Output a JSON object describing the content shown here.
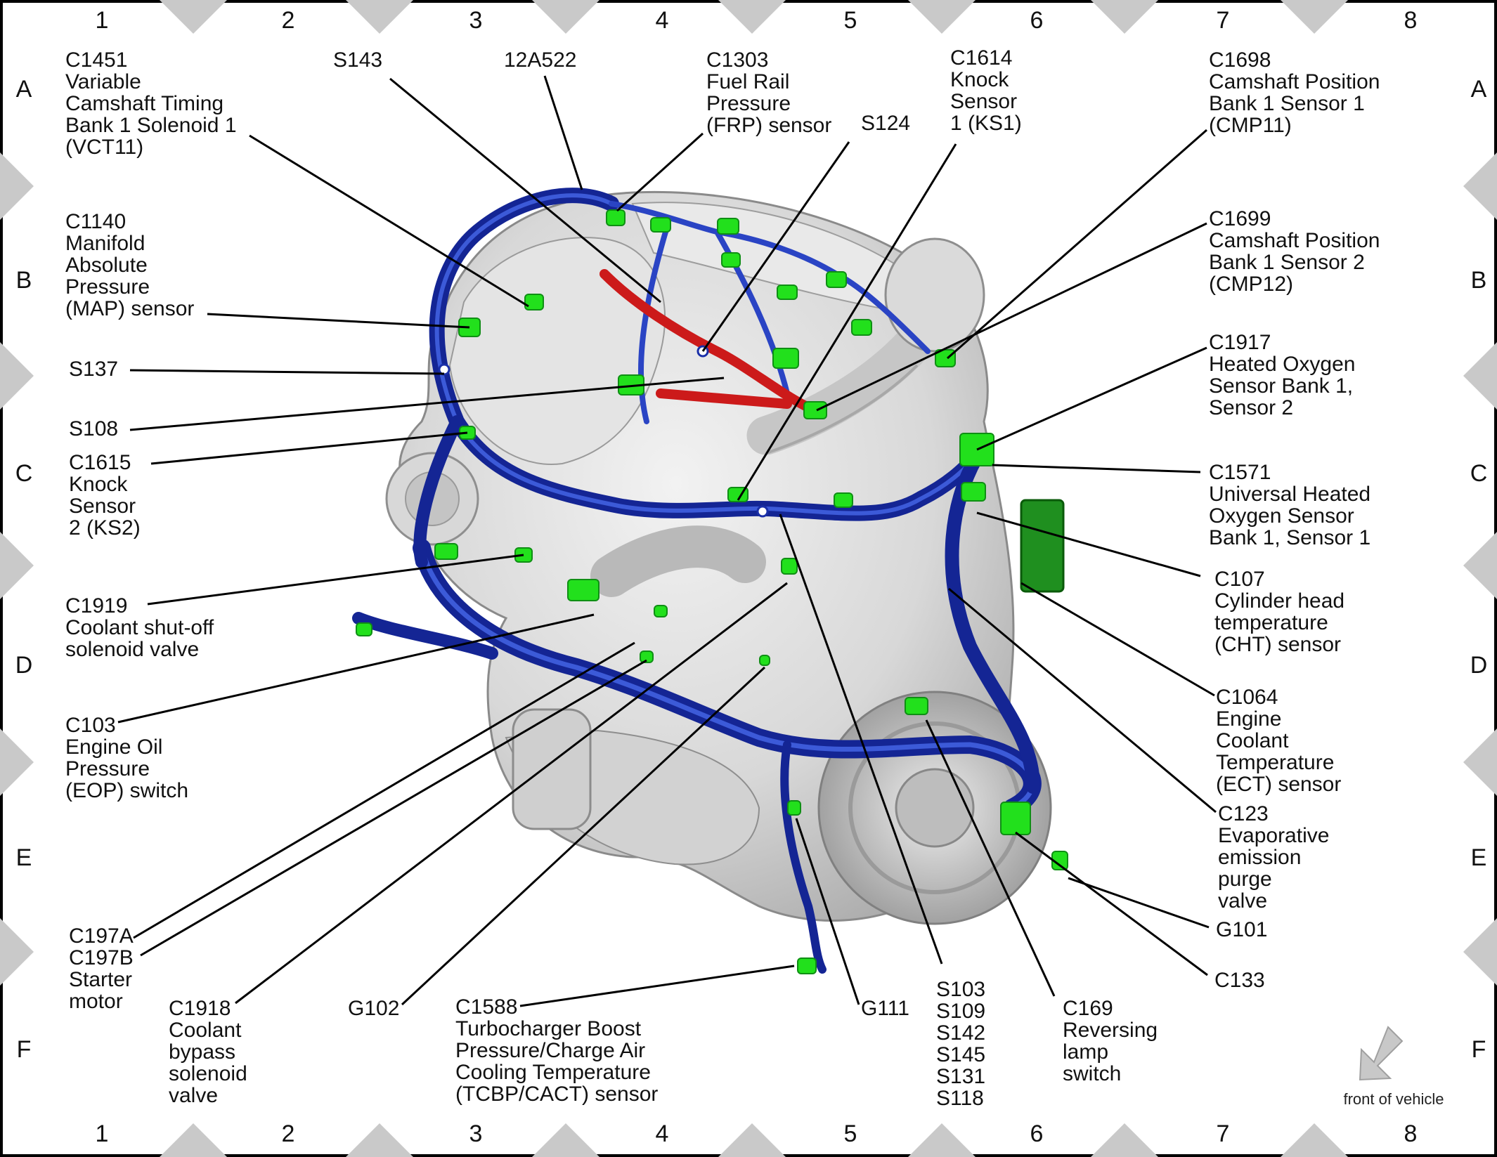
{
  "colors": {
    "harness": "#1a2fa8",
    "harness_highlight": "#3c5ad8",
    "connector": "#22e01c",
    "connector_dark": "#0f8f14",
    "ground_wire": "#cc1a1a",
    "engine": "#d7d7d7",
    "border_triangle": "#c9c9c9",
    "frame": "#000000"
  },
  "grid": {
    "columns": [
      "1",
      "2",
      "3",
      "4",
      "5",
      "6",
      "7",
      "8"
    ],
    "rows": [
      "A",
      "B",
      "C",
      "D",
      "E",
      "F"
    ]
  },
  "footer": {
    "front_of_vehicle": "front of vehicle",
    "arrow_icon": "arrow-down-left-icon"
  },
  "components": [
    {
      "id": "c1451",
      "lines": [
        "C1451",
        "Variable",
        "Camshaft Timing",
        "Bank 1 Solenoid 1",
        "(VCT11)"
      ]
    },
    {
      "id": "s143",
      "lines": [
        "S143"
      ]
    },
    {
      "id": "12a522",
      "lines": [
        "12A522"
      ]
    },
    {
      "id": "c1303",
      "lines": [
        "C1303",
        "Fuel Rail",
        "Pressure",
        "(FRP) sensor"
      ]
    },
    {
      "id": "s124",
      "lines": [
        "S124"
      ]
    },
    {
      "id": "c1614",
      "lines": [
        "C1614",
        "Knock",
        "Sensor",
        "1 (KS1)"
      ]
    },
    {
      "id": "c1698",
      "lines": [
        "C1698",
        "Camshaft Position",
        "Bank 1 Sensor 1",
        "(CMP11)"
      ]
    },
    {
      "id": "c1140",
      "lines": [
        "C1140",
        "Manifold",
        "Absolute",
        "Pressure",
        "(MAP) sensor"
      ]
    },
    {
      "id": "c1699",
      "lines": [
        "C1699",
        "Camshaft Position",
        "Bank 1 Sensor 2",
        "(CMP12)"
      ]
    },
    {
      "id": "s137",
      "lines": [
        "S137"
      ]
    },
    {
      "id": "c1917",
      "lines": [
        "C1917",
        "Heated Oxygen",
        "Sensor Bank 1,",
        "Sensor 2"
      ]
    },
    {
      "id": "s108",
      "lines": [
        "S108"
      ]
    },
    {
      "id": "c1615",
      "lines": [
        "C1615",
        "Knock",
        "Sensor",
        "2 (KS2)"
      ]
    },
    {
      "id": "c1571",
      "lines": [
        "C1571",
        "Universal Heated",
        "Oxygen Sensor",
        "Bank 1, Sensor 1"
      ]
    },
    {
      "id": "c107",
      "lines": [
        "C107",
        "Cylinder head",
        "temperature",
        "(CHT) sensor"
      ]
    },
    {
      "id": "c1919",
      "lines": [
        "C1919",
        "Coolant shut-off",
        "solenoid valve"
      ]
    },
    {
      "id": "c1064",
      "lines": [
        "C1064",
        "Engine",
        "Coolant",
        "Temperature",
        "(ECT) sensor"
      ]
    },
    {
      "id": "c103",
      "lines": [
        "C103",
        "Engine Oil",
        "Pressure",
        "(EOP) switch"
      ]
    },
    {
      "id": "c123",
      "lines": [
        "C123",
        "Evaporative",
        "emission",
        "purge",
        "valve"
      ]
    },
    {
      "id": "g101",
      "lines": [
        "G101"
      ]
    },
    {
      "id": "c197",
      "lines": [
        "C197A",
        "C197B",
        "Starter",
        "motor"
      ]
    },
    {
      "id": "c133",
      "lines": [
        "C133"
      ]
    },
    {
      "id": "c1918",
      "lines": [
        "C1918",
        "Coolant",
        "bypass",
        "solenoid",
        "valve"
      ]
    },
    {
      "id": "g102",
      "lines": [
        "G102"
      ]
    },
    {
      "id": "c1588",
      "lines": [
        "C1588",
        "Turbocharger Boost",
        "Pressure/Charge Air",
        "Cooling Temperature",
        "(TCBP/CACT) sensor"
      ]
    },
    {
      "id": "g111",
      "lines": [
        "G111"
      ]
    },
    {
      "id": "s103",
      "lines": [
        "S103",
        "S109",
        "S142",
        "S145",
        "S131",
        "S118"
      ]
    },
    {
      "id": "c169",
      "lines": [
        "C169",
        "Reversing",
        "lamp",
        "switch"
      ]
    }
  ]
}
